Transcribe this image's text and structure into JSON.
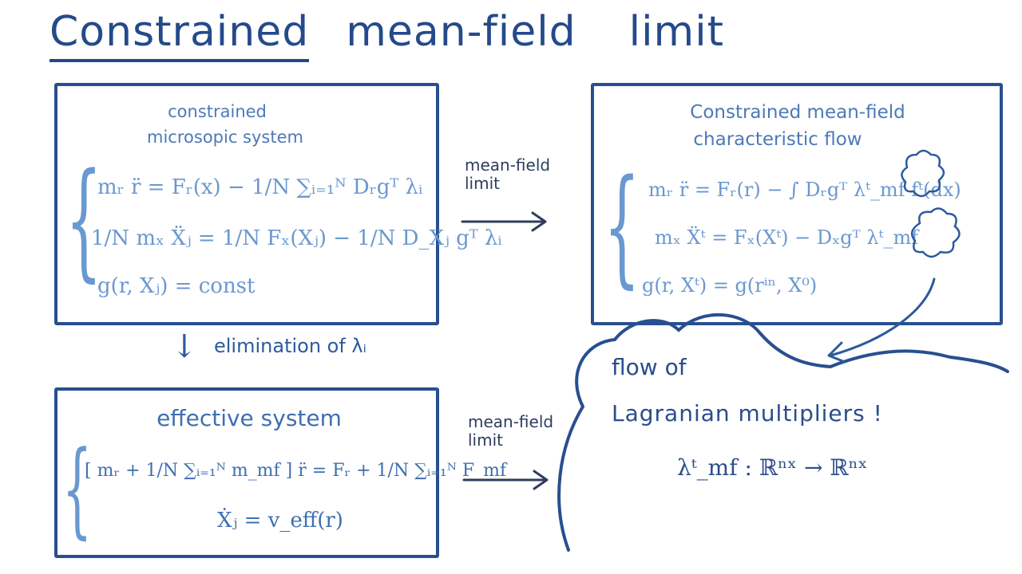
{
  "title": {
    "word1": "Constrained",
    "word2": "mean-field",
    "word3": "limit"
  },
  "micro_box": {
    "heading_line1": "constrained",
    "heading_line2": "microsopic system",
    "eq1": "mᵣ r̈ = Fᵣ(x) − 1/N ∑ᵢ₌₁ᴺ Dᵣgᵀ λᵢ",
    "eq2": "1/N mₓ Ẍⱼ = 1/N Fₓ(Xⱼ) − 1/N D_Xⱼ gᵀ λᵢ",
    "eq3": "g(r, Xⱼ) = const"
  },
  "arrow_top": {
    "line1": "mean-field",
    "line2": "limit"
  },
  "mf_box": {
    "heading_line1": "Constrained mean-field",
    "heading_line2": "characteristic flow",
    "eq1": "mᵣ r̈ = Fᵣ(r) − ∫ Dᵣgᵀ λᵗ_mf fᵗ(dx)",
    "eq2": "mₓ Ẍᵗ = Fₓ(Xᵗ) − Dₓgᵀ λᵗ_mf",
    "eq3": "g(r, Xᵗ) = g(rⁱⁿ, X⁰)"
  },
  "elimination": {
    "arrow": "↓",
    "label": "elimination of λᵢ"
  },
  "effective_box": {
    "heading": "effective system",
    "eq1": "[ mᵣ + 1/N ∑ᵢ₌₁ᴺ m_mf ] r̈ = Fᵣ + 1/N ∑ᵢ₌₁ᴺ F_mf",
    "eq2": "Ẋⱼ = v_eff(r)"
  },
  "arrow_bottom": {
    "line1": "mean-field",
    "line2": "limit"
  },
  "cloud_note": {
    "line1": "flow of",
    "line2": "Lagranian multipliers !",
    "formula": "λᵗ_mf : ℝⁿˣ → ℝⁿˣ"
  },
  "colors": {
    "ink_dark": "#244a8a",
    "ink_light": "#6a98d0",
    "box_border": "#284f8f",
    "arrow_ink": "#2e3d5e"
  }
}
